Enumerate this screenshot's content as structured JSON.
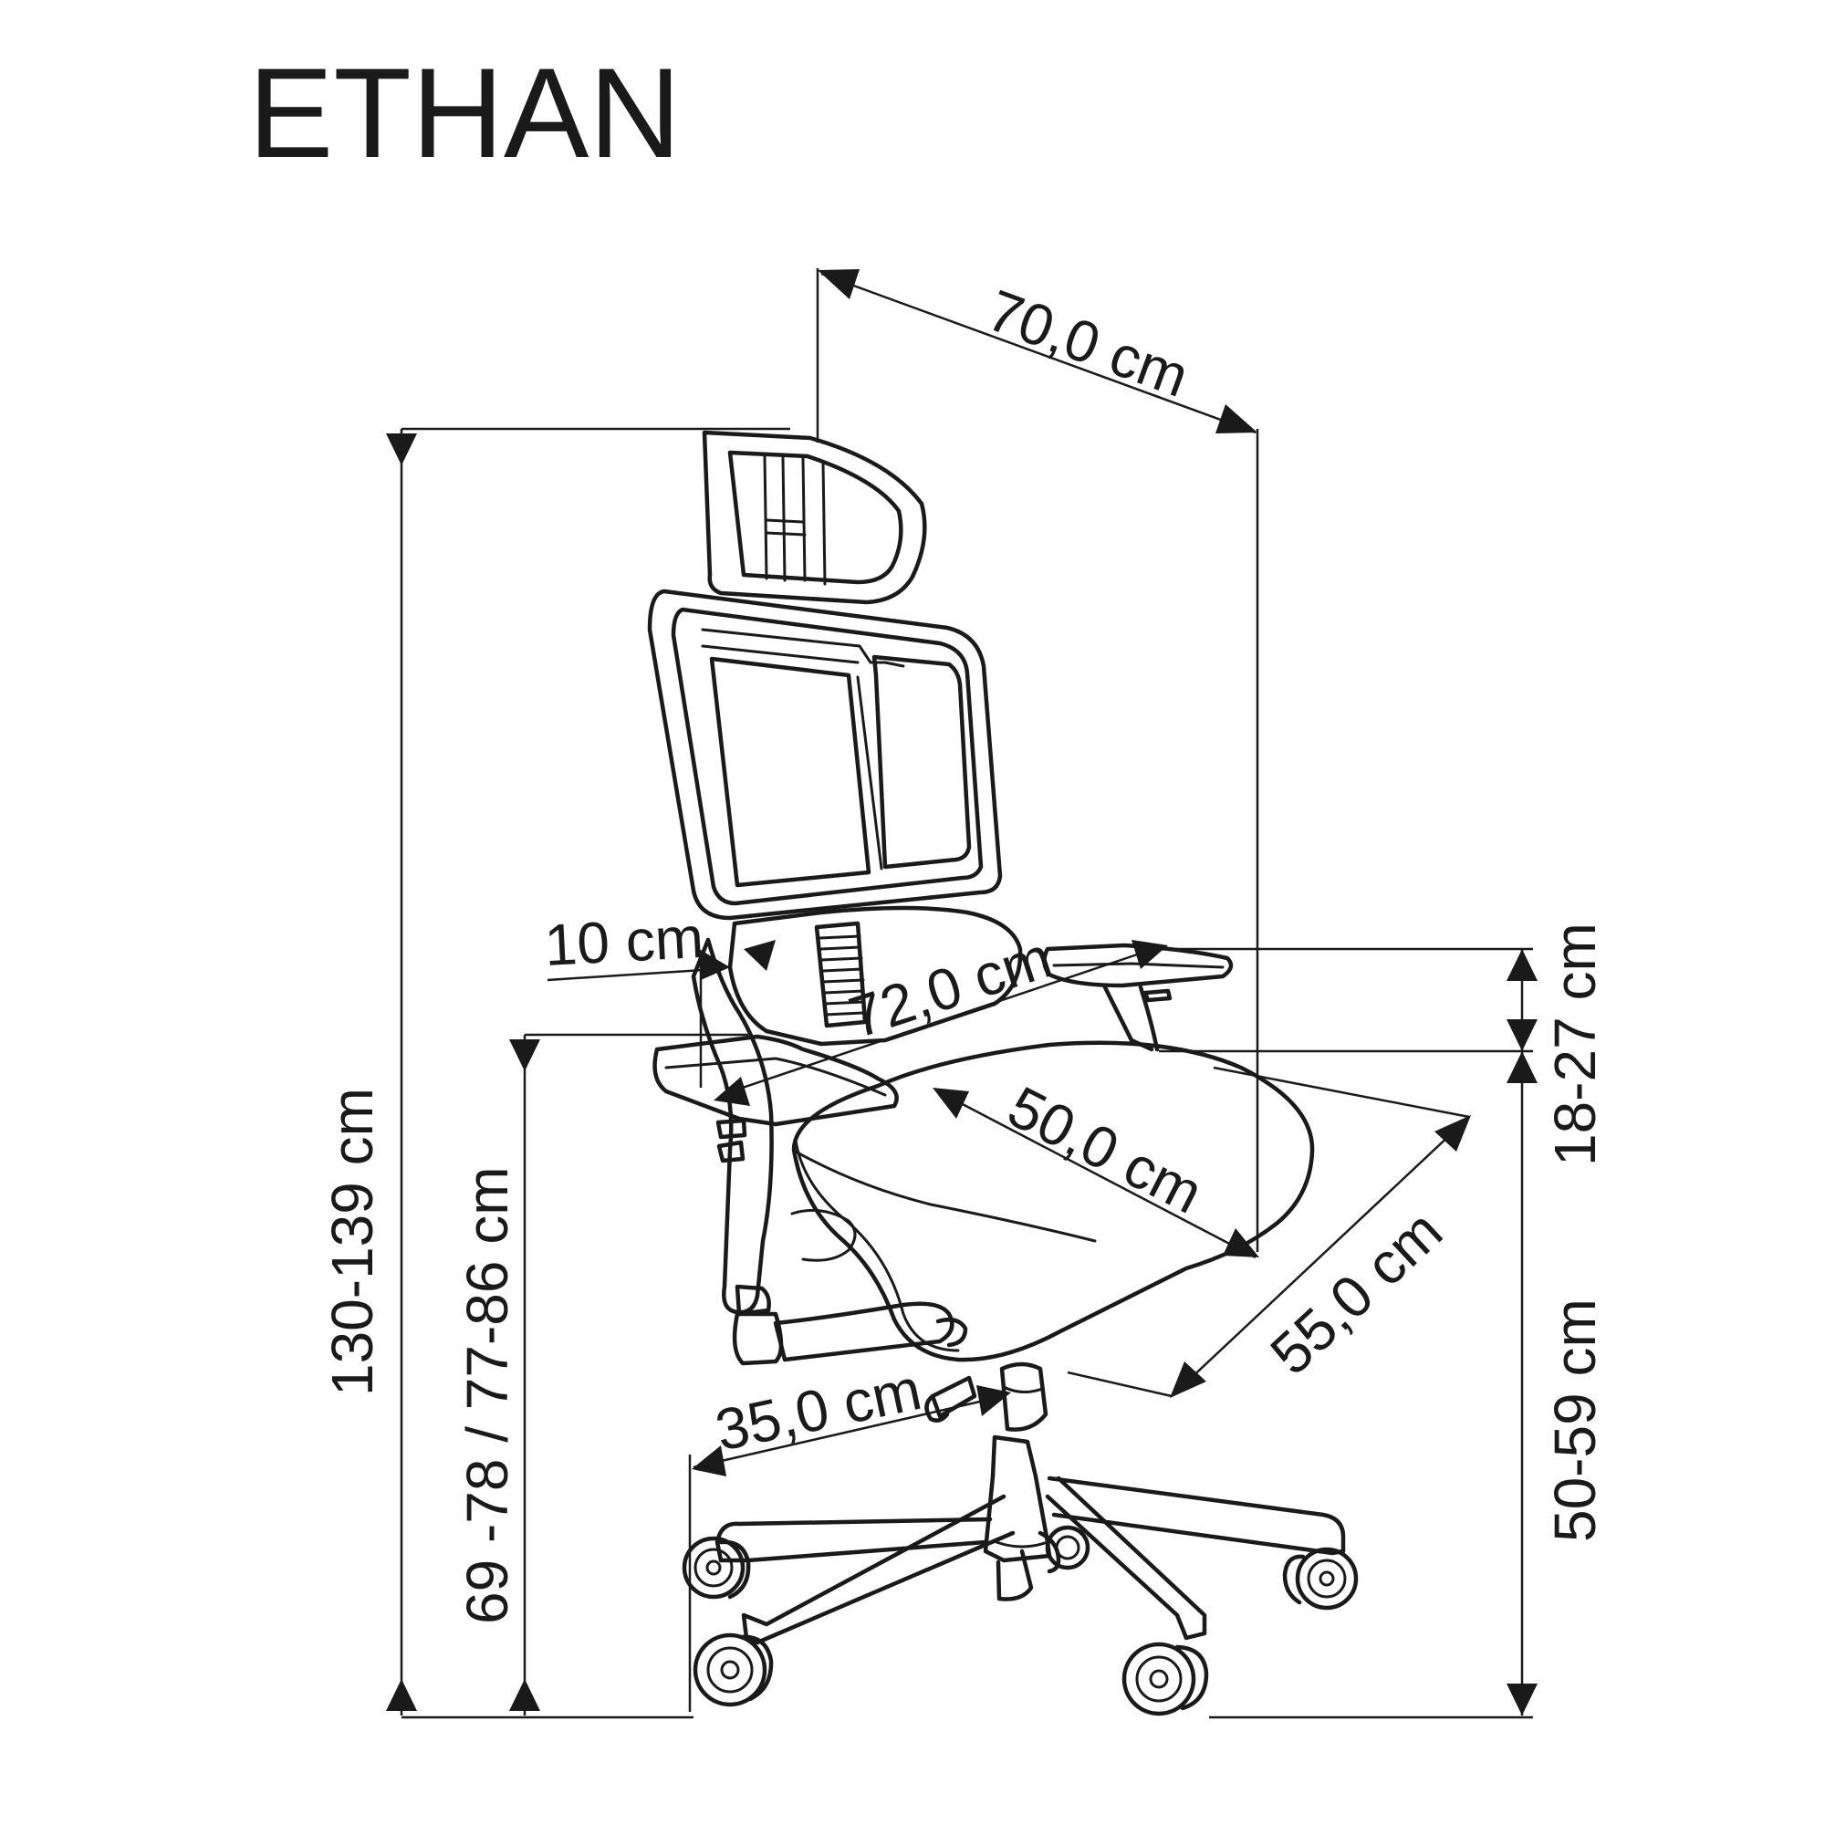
{
  "title": "ETHAN",
  "dimensions": {
    "total_height": "130-139 cm",
    "seat_height_alt": "69 -78 / 77-86 cm",
    "width_top": "70,0 cm",
    "headrest_adjust": "10 cm",
    "armrest_width": "72,0 cm",
    "seat_width": "50,0 cm",
    "seat_depth": "55,0 cm",
    "base_radius": "35,0 cm",
    "armrest_height": "18-27 cm",
    "seat_height": "50-59 cm"
  },
  "colors": {
    "line": "#1a1a1a",
    "background": "#ffffff"
  }
}
